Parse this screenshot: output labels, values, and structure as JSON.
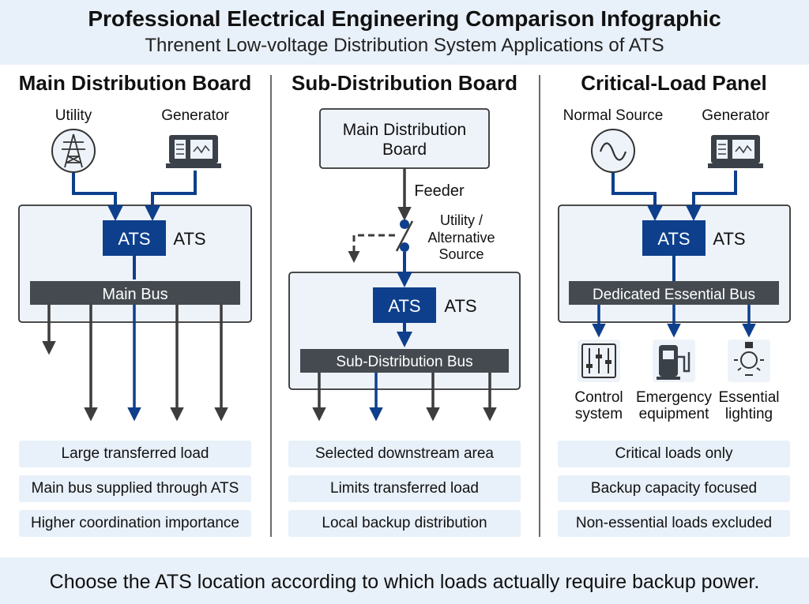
{
  "header": {
    "title": "Professional Electrical Engineering Comparison Infographic",
    "subtitle": "Threnent Low-voltage Distribution System Applications of ATS"
  },
  "columns": [
    {
      "title": "Main Distribution Board",
      "source_left": "Utility",
      "source_right": "Generator",
      "ats_box": "ATS",
      "ats_label": "ATS",
      "bus": "Main Bus",
      "notes": [
        "Large transferred load",
        "Main bus supplied through ATS",
        "Higher coordination importance"
      ]
    },
    {
      "title": "Sub-Distribution Board",
      "main_box_line1": "Main Distribution",
      "main_box_line2": "Board",
      "feeder": "Feeder",
      "alt_line1": "Utility /",
      "alt_line2": "Alternative",
      "alt_line3": "Source",
      "ats_box": "ATS",
      "ats_label": "ATS",
      "bus": "Sub-Distribution Bus",
      "notes": [
        "Selected downstream area",
        "Limits transferred load",
        "Local backup distribution"
      ]
    },
    {
      "title": "Critical-Load Panel",
      "source_left": "Normal Source",
      "source_right": "Generator",
      "ats_box": "ATS",
      "ats_label": "ATS",
      "bus": "Dedicated Essential Bus",
      "loads": [
        {
          "line1": "Control",
          "line2": "system",
          "icon": "control-sliders-icon"
        },
        {
          "line1": "Emergency",
          "line2": "equipment",
          "icon": "fuel-pump-icon"
        },
        {
          "line1": "Essential",
          "line2": "lighting",
          "icon": "light-bulb-icon"
        }
      ],
      "notes": [
        "Critical loads only",
        "Backup capacity focused",
        "Non-essential loads excluded"
      ]
    }
  ],
  "footer": {
    "text": "Choose the ATS location according to which loads actually require backup power."
  },
  "colors": {
    "ats_blue": "#0d3f8c",
    "bus_dark": "#444a50",
    "panel_fill": "#eef3fa",
    "arrow_gray": "#3d3d3d",
    "pill_fill": "#e8f0f9"
  }
}
